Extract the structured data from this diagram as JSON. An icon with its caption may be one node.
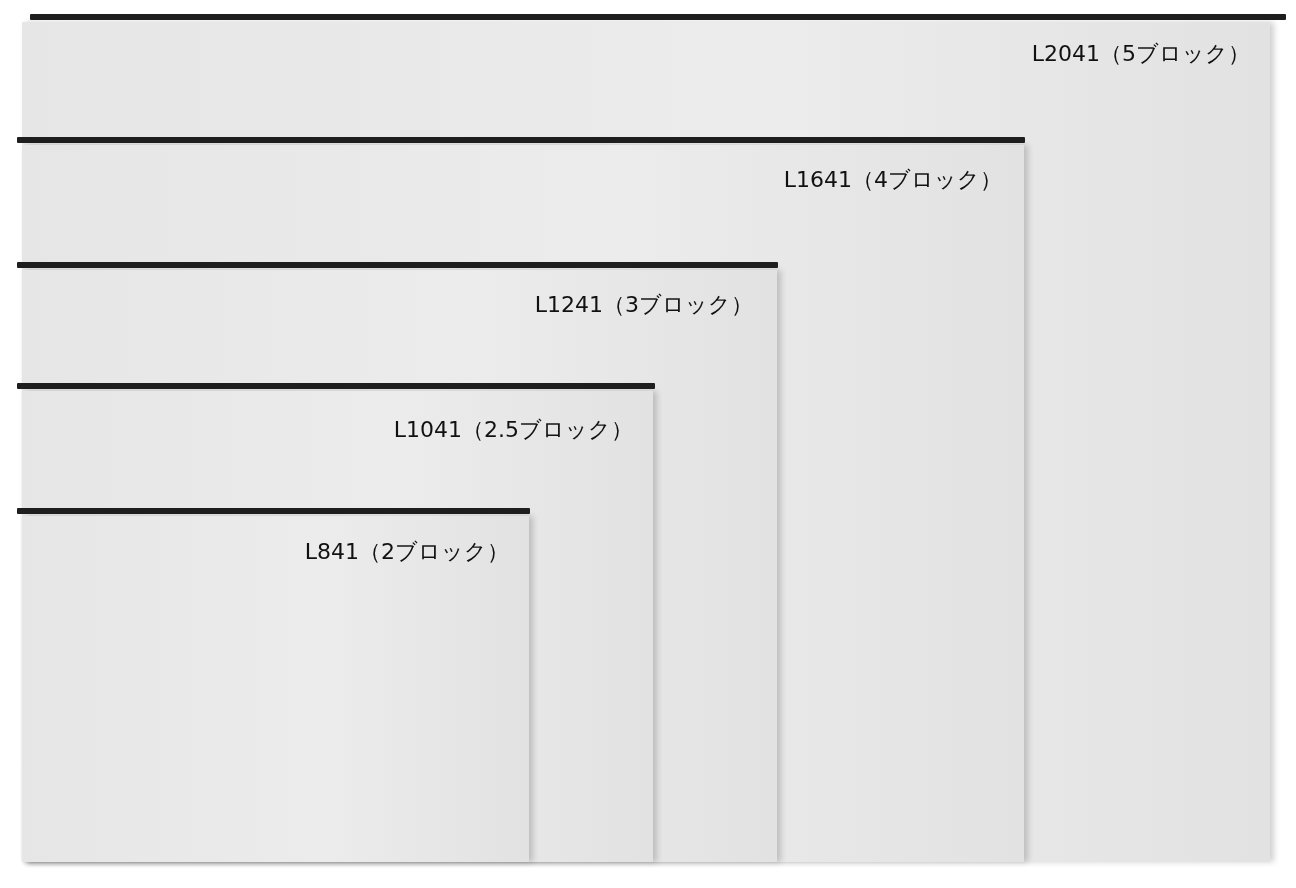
{
  "diagram": {
    "nodes": [
      {
        "text": [
          "L2041（5ブロック）"
        ]
      },
      {
        "text": [
          "L1641（4ブロック）"
        ],
        "in": 0
      },
      {
        "text": [
          "L1241（3ブロック）"
        ],
        "in": 1
      },
      {
        "text": [
          "L1041（2.5ブロック）"
        ],
        "in": 2
      },
      {
        "text": [
          "L841（2ブロック）"
        ],
        "in": 3
      }
    ]
  }
}
